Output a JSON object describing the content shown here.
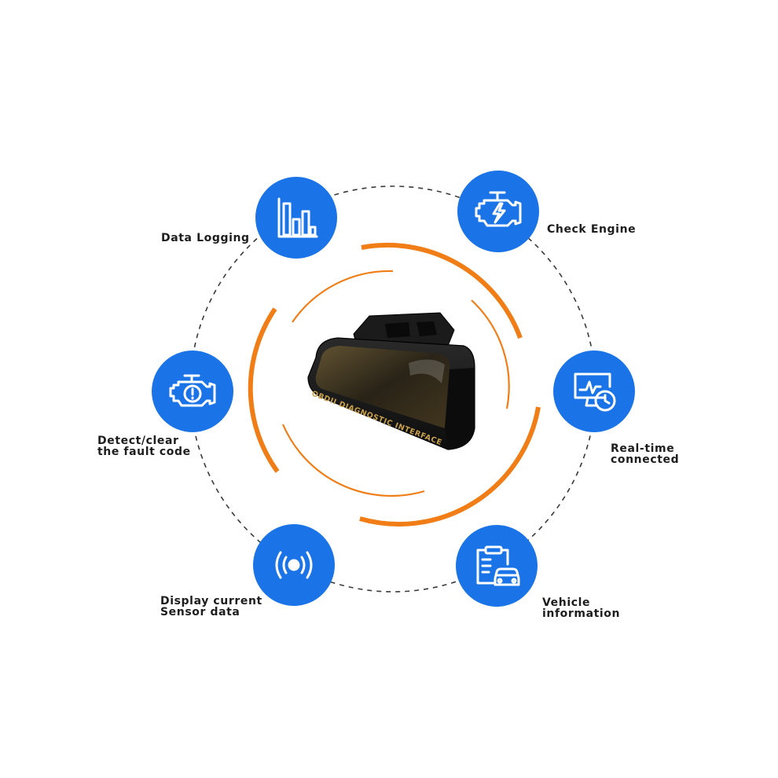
{
  "device": {
    "label": "OBDII DIAGNOSTIC INTERFACE"
  },
  "features": [
    {
      "id": "data-logging",
      "icon": "bar-chart-icon",
      "lines": [
        "Data Logging"
      ]
    },
    {
      "id": "check-engine",
      "icon": "engine-warning-icon",
      "lines": [
        "Check Engine"
      ]
    },
    {
      "id": "fault-code",
      "icon": "engine-alert-icon",
      "lines": [
        "Detect/clear",
        "the fault code"
      ]
    },
    {
      "id": "real-time",
      "icon": "monitor-clock-icon",
      "lines": [
        "Real-time",
        "connected"
      ]
    },
    {
      "id": "sensor-data",
      "icon": "sensor-signal-icon",
      "lines": [
        "Display current",
        "Sensor data"
      ]
    },
    {
      "id": "vehicle-info",
      "icon": "car-clipboard-icon",
      "lines": [
        "Vehicle",
        "information"
      ]
    }
  ],
  "colors": {
    "feature_circle": "#1a74e8",
    "accent_ring": "#f07d16",
    "dashed_ring": "#3a3a3a",
    "device_body": "#141414",
    "device_text": "#c9a14a"
  }
}
